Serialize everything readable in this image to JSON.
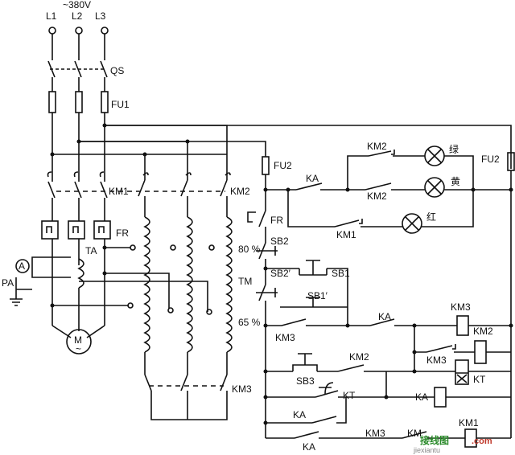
{
  "supply": {
    "voltage": "~380V",
    "phases": [
      "L1",
      "L2",
      "L3"
    ]
  },
  "components": {
    "qs": "QS",
    "fu1": "FU1",
    "fu2_left": "FU2",
    "fu2_right": "FU2",
    "km1_main": "KM1",
    "km2_main": "KM2",
    "km3_main": "KM3",
    "fr": "FR",
    "ta": "TA",
    "pa": "PA",
    "ammeter": "A",
    "motor": "M",
    "motor_sub": "~",
    "tm": "TM",
    "tap80": "80 %",
    "tap65": "65 %"
  },
  "control": {
    "ka1": "KA",
    "km2_yellow": "KM2",
    "km2_green": "KM2",
    "km1_red": "KM1",
    "fr_contact": "FR",
    "sb2": "SB2",
    "sb2p": "SB2′",
    "sb1": "SB1",
    "sb1p": "SB1′",
    "km3_hold": "KM3",
    "ka_km3": "KA",
    "km3_coil": "KM3",
    "km2_coil": "KM2",
    "km3_nc": "KM3",
    "kt_coil": "KT",
    "sb3": "SB3",
    "km2_kt": "KM2",
    "kt_contact": "KT",
    "ka_coil": "KA",
    "ka_hold1": "KA",
    "ka_hold2": "KA",
    "km3_bot": "KM3",
    "km1_bot": "KM1",
    "km_bot_mid": "KM"
  },
  "lamps": {
    "green": "绿",
    "yellow": "黄",
    "red": "红"
  },
  "watermark": {
    "site": "接线图",
    "domain": ".com",
    "url": "jiexiantu"
  }
}
